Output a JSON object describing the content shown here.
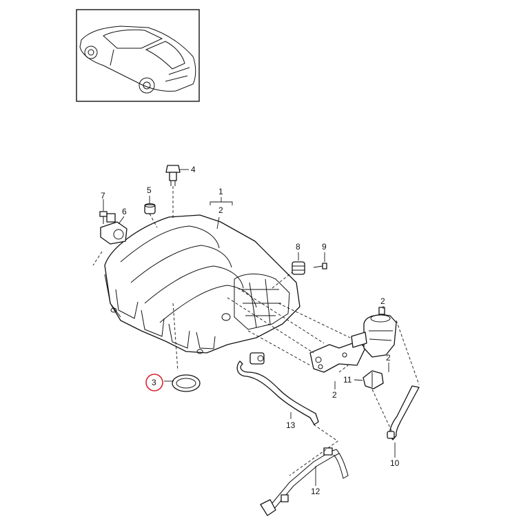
{
  "diagram": {
    "highlight_color": "#d9232d",
    "line_color": "#111111",
    "highlighted_callout": "3",
    "callouts": {
      "c1": "1",
      "c2_bracket": "2",
      "c2_valve": "2",
      "c2_bolt": "2",
      "c2_bottom": "2",
      "c3": "3",
      "c4": "4",
      "c5": "5",
      "c6": "6",
      "c7": "7",
      "c8": "8",
      "c9": "9",
      "c10": "10",
      "c11": "11",
      "c12": "12",
      "c13": "13"
    }
  }
}
